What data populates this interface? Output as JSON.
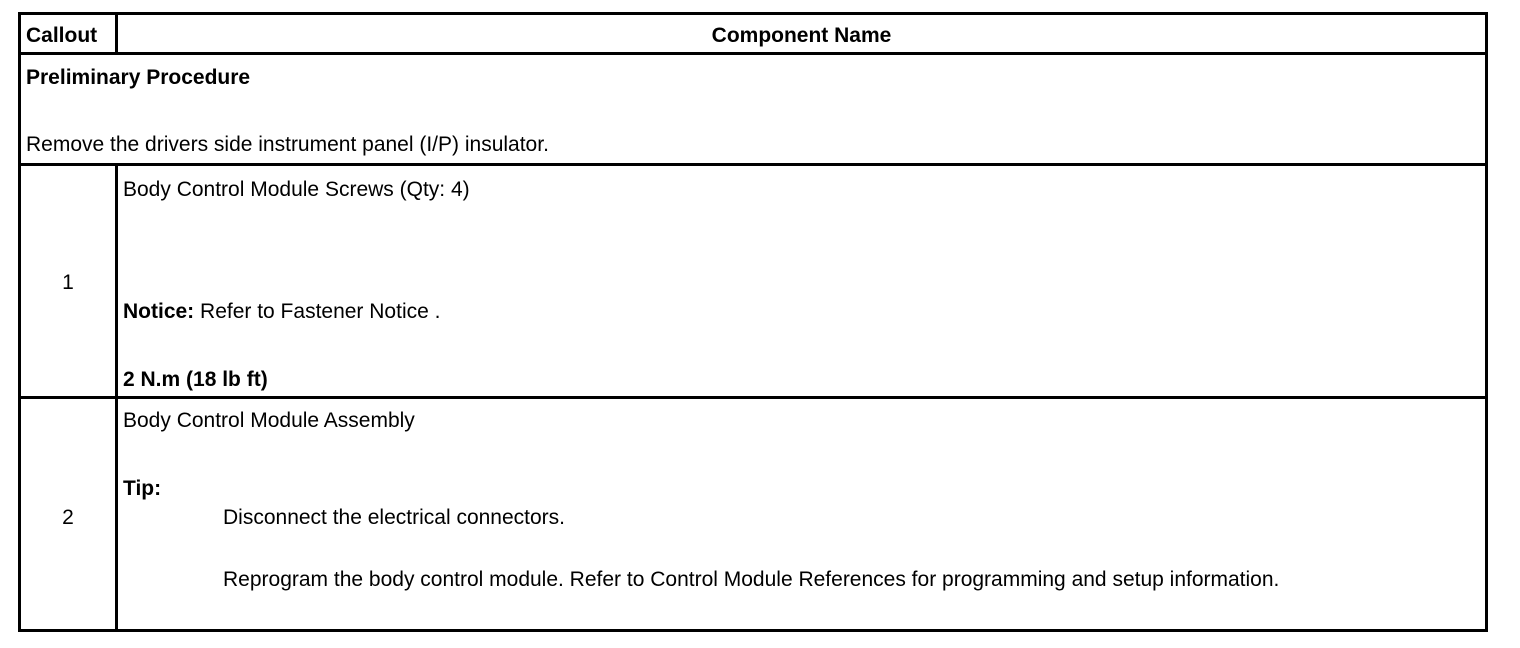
{
  "header": {
    "callout": "Callout",
    "component": "Component Name"
  },
  "preliminary": {
    "title": "Preliminary Procedure",
    "text": "Remove the drivers side instrument panel (I/P) insulator."
  },
  "rows": [
    {
      "callout": "1",
      "name": "Body Control Module Screws (Qty: 4)",
      "notice_label": "Notice:",
      "notice_text": " Refer to Fastener Notice .",
      "torque": "2 N.m (18 lb ft)"
    },
    {
      "callout": "2",
      "name": "Body Control Module Assembly",
      "tip_label": "Tip:",
      "tips": [
        "Disconnect the electrical connectors.",
        "Reprogram the body control module. Refer to Control Module References for programming and setup information."
      ]
    }
  ]
}
